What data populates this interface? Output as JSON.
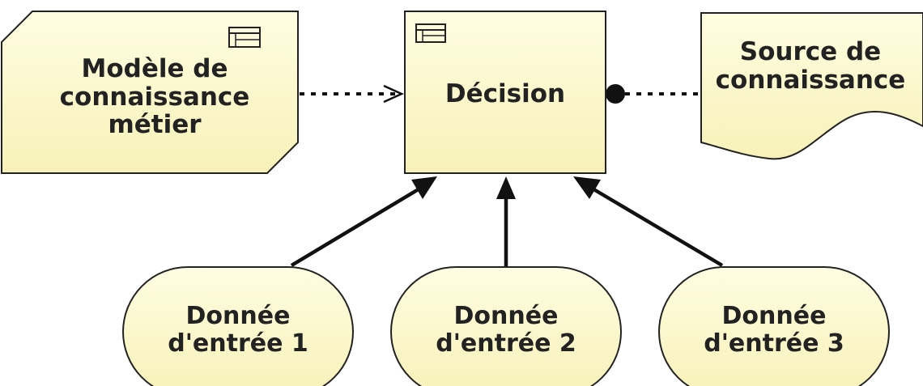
{
  "diagram": {
    "nodes": {
      "business_knowledge_model": {
        "label": "Modèle de\nconnaissance\nmétier",
        "type": "business-knowledge-model"
      },
      "decision": {
        "label": "Décision",
        "type": "decision"
      },
      "knowledge_source": {
        "label": "Source de\nconnaissance",
        "type": "knowledge-source"
      },
      "input_1": {
        "label": "Donnée\nd'entrée 1",
        "type": "input-data"
      },
      "input_2": {
        "label": "Donnée\nd'entrée 2",
        "type": "input-data"
      },
      "input_3": {
        "label": "Donnée\nd'entrée 3",
        "type": "input-data"
      }
    },
    "edges": [
      {
        "from": "business_knowledge_model",
        "to": "decision",
        "kind": "knowledge-requirement",
        "style": "dotted-open-arrow"
      },
      {
        "from": "knowledge_source",
        "to": "decision",
        "kind": "authority-requirement",
        "style": "dotted-filled-dot"
      },
      {
        "from": "input_1",
        "to": "decision",
        "kind": "information-requirement",
        "style": "solid-filled-arrow"
      },
      {
        "from": "input_2",
        "to": "decision",
        "kind": "information-requirement",
        "style": "solid-filled-arrow"
      },
      {
        "from": "input_3",
        "to": "decision",
        "kind": "information-requirement",
        "style": "solid-filled-arrow"
      }
    ],
    "colors": {
      "node_fill": "#fefbcf",
      "node_stroke": "#222222",
      "edge": "#111111"
    },
    "icons": {
      "table_icon": "table-icon"
    }
  }
}
